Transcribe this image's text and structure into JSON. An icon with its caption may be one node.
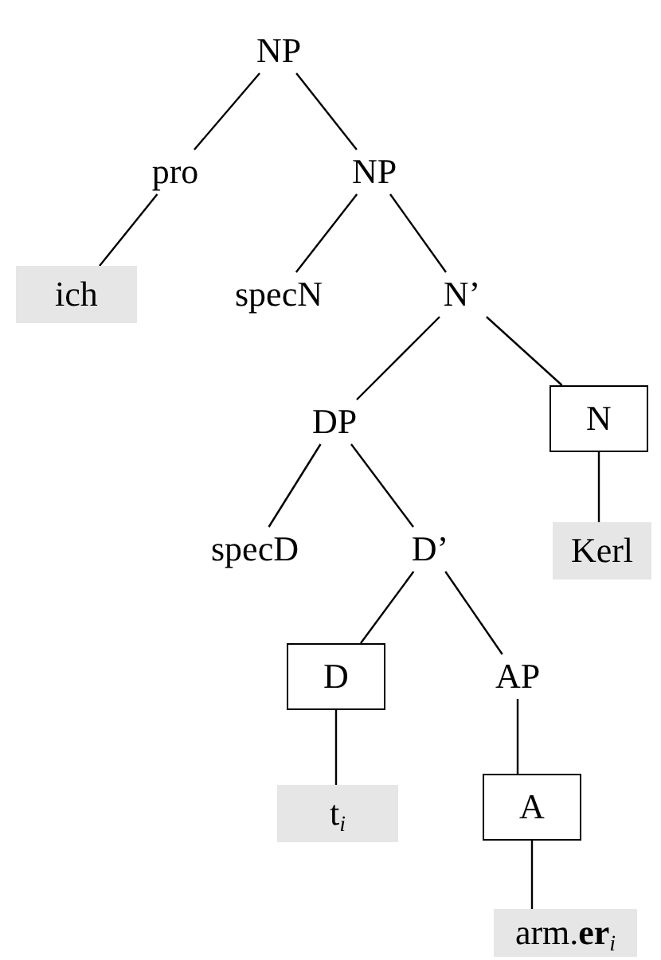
{
  "diagram": {
    "nodes": [
      {
        "text": [
          "NP"
        ]
      },
      {
        "text": [
          "pro"
        ]
      },
      {
        "text": [
          "NP"
        ]
      },
      {
        "text": [
          "ich"
        ]
      },
      {
        "text": [
          "specN"
        ]
      },
      {
        "text": [
          "N’"
        ]
      },
      {
        "text": [
          "DP"
        ]
      },
      {
        "text": [
          "N"
        ]
      },
      {
        "text": [
          "specD"
        ]
      },
      {
        "text": [
          "D’"
        ]
      },
      {
        "text": [
          "Kerl"
        ]
      },
      {
        "text": [
          "D"
        ]
      },
      {
        "text": [
          "AP"
        ]
      },
      {
        "text": [
          "t$_{i}$"
        ]
      },
      {
        "text": [
          "A"
        ]
      },
      {
        "text": [
          "arm.**er**$_{i}$"
        ]
      }
    ],
    "edges": [
      {
        "from": 0,
        "to": 1,
        "arrow": "none"
      },
      {
        "from": 0,
        "to": 2,
        "arrow": "none"
      },
      {
        "from": 1,
        "to": 3,
        "arrow": "none"
      },
      {
        "from": 2,
        "to": 4,
        "arrow": "none"
      },
      {
        "from": 2,
        "to": 5,
        "arrow": "none"
      },
      {
        "from": 5,
        "to": 6,
        "arrow": "none"
      },
      {
        "from": 5,
        "to": 7,
        "arrow": "none"
      },
      {
        "from": 6,
        "to": 8,
        "arrow": "none"
      },
      {
        "from": 6,
        "to": 9,
        "arrow": "none"
      },
      {
        "from": 7,
        "to": 10,
        "arrow": "none"
      },
      {
        "from": 9,
        "to": 11,
        "arrow": "none"
      },
      {
        "from": 9,
        "to": 12,
        "arrow": "none"
      },
      {
        "from": 11,
        "to": 13,
        "arrow": "none"
      },
      {
        "from": 12,
        "to": 14,
        "arrow": "none"
      },
      {
        "from": 14,
        "to": 15,
        "arrow": "none"
      }
    ]
  }
}
